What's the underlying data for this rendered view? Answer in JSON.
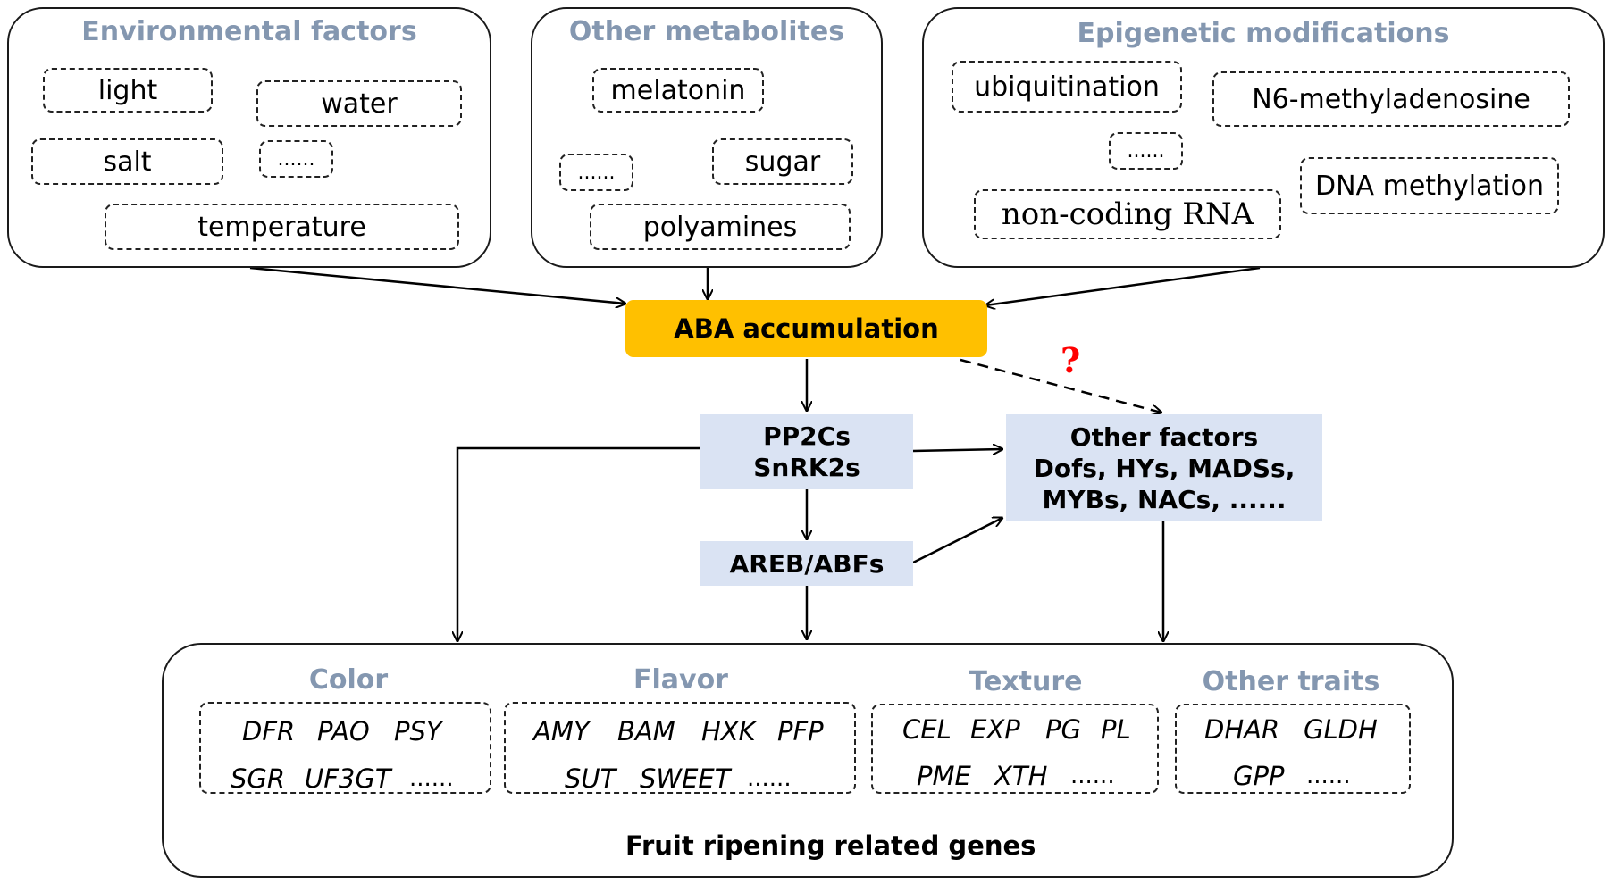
{
  "environmental": {
    "title": "Environmental factors",
    "items": [
      "light",
      "water",
      "salt",
      "......",
      "temperature"
    ]
  },
  "metabolites": {
    "title": "Other metabolites",
    "items": [
      "melatonin",
      "......",
      "sugar",
      "polyamines"
    ]
  },
  "epigenetic": {
    "title": "Epigenetic modifications",
    "items": [
      "ubiquitination",
      "N6-methyladenosine",
      "......",
      "DNA methylation",
      "non-coding RNA"
    ]
  },
  "aba": "ABA accumulation",
  "question_mark": "?",
  "pp2c": {
    "line1": "PP2Cs",
    "line2": "SnRK2s"
  },
  "areb": "AREB/ABFs",
  "other_factors": {
    "line1": "Other factors",
    "line2": "Dofs, HYs, MADSs,",
    "line3": "MYBs, NACs, ......"
  },
  "traits": {
    "color": {
      "title": "Color",
      "genes": [
        "DFR",
        "PAO",
        "PSY",
        "SGR",
        "UF3GT"
      ],
      "more": "......"
    },
    "flavor": {
      "title": "Flavor",
      "genes": [
        "AMY",
        "BAM",
        "HXK",
        "PFP",
        "SUT",
        "SWEET"
      ],
      "more": "......"
    },
    "texture": {
      "title": "Texture",
      "genes": [
        "CEL",
        "EXP",
        "PG",
        "PL",
        "PME",
        "XTH"
      ],
      "more": "......"
    },
    "other": {
      "title": "Other traits",
      "genes": [
        "DHAR",
        "GLDH",
        "GPP"
      ],
      "more": "......"
    }
  },
  "footer": "Fruit ripening related genes",
  "colors": {
    "aba_fill": "#ffc000",
    "box_fill": "#dae3f3",
    "title_color": "#8497b0",
    "question_color": "#ff0000"
  }
}
